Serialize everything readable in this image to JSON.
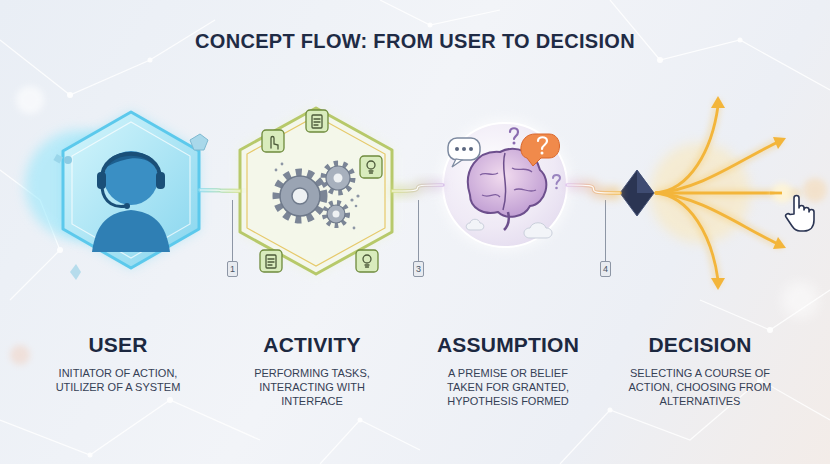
{
  "diagram": {
    "title": "CONCEPT FLOW: FROM USER TO DECISION",
    "nodes": [
      {
        "text": [
          "USER",
          "INITIATOR OF ACTION, UTILIZER OF A SYSTEM"
        ]
      },
      {
        "text": [
          "ACTIVITY",
          "PERFORMING TASKS, INTERACTING WITH INTERFACE"
        ]
      },
      {
        "text": [
          "ASSUMPTION",
          "A PREMISE OR BELIEF TAKEN FOR GRANTED, HYPOTHESIS FORMED"
        ]
      },
      {
        "text": [
          "DECISION",
          "SELECTING A COURSE OF ACTION, CHOOSING FROM ALTERNATIVES"
        ]
      }
    ],
    "edges": [
      {
        "from": 0,
        "to": 1,
        "arrow": "none"
      },
      {
        "from": 1,
        "to": 2,
        "arrow": "none"
      },
      {
        "from": 2,
        "to": 3,
        "arrow": "none"
      }
    ],
    "labels": [
      "1",
      "3",
      "4"
    ]
  }
}
